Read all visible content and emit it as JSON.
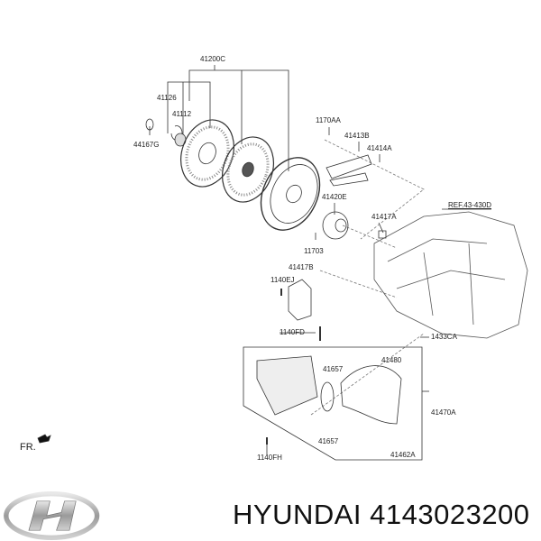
{
  "diagram": {
    "labels": {
      "l41200C": "41200C",
      "l41126": "41126",
      "l41112": "41112",
      "l44167G": "44167G",
      "l1170AA": "1170AA",
      "l41413B": "41413B",
      "l41414A": "41414A",
      "l41420E": "41420E",
      "ref": "REF.43-430D",
      "l41417A": "41417A",
      "l11703": "11703",
      "l41417B": "41417B",
      "l1140EJ": "1140EJ",
      "l1140FD": "1140FD",
      "l1433CA": "1433CA",
      "l41480": "41480",
      "l41657a": "41657",
      "l41470A": "41470A",
      "l41657b": "41657",
      "l41462A": "41462A",
      "l1140FH": "1140FH"
    },
    "front_marker": "FR."
  },
  "brand": {
    "title": "HYUNDAI 4143023200",
    "logo": "hyundai-logo"
  }
}
